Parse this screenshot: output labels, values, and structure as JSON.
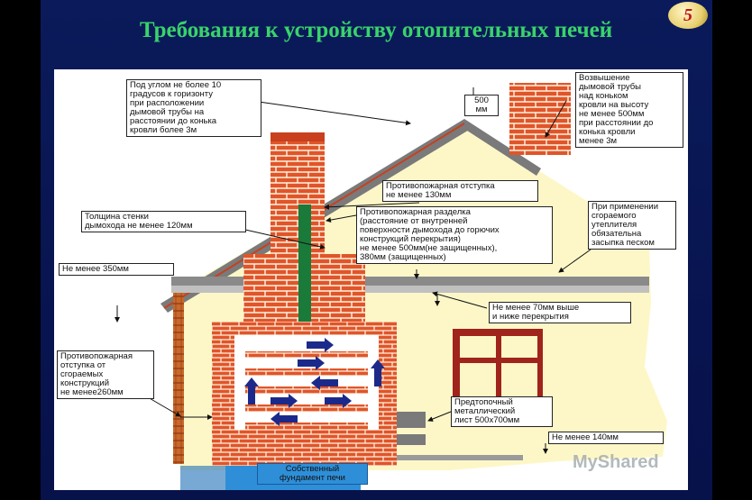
{
  "slide": {
    "title": "Требования к устройству отопительных печей",
    "page_number": "5"
  },
  "labels": {
    "angle": "Под углом не более 10\nградусов к горизонту\nпри расположении\nдымовой трубы на\nрасстоянии до конька\nкровли более 3м",
    "mm500": "500\nмм",
    "chimney_raise": "Возвышение\nдымовой трубы\nнад коньком\nкровли на высоту\nне менее 500мм\nпри расстоянии до\nконька кровли\nменее 3м",
    "fire_gap_130": "Противопожарная отступка\nне менее 130мм",
    "wall_thickness": "Толщина стенки\nдымохода не менее 120мм",
    "fire_cutting": "Противопожарная разделка\n(расстояние от внутренней\nповерхности дымохода до горючих\nконструкций перекрытия)\nне менее 500мм(не защищенных),\n380мм (защищенных)",
    "insulation": "При применении\nсгораемого\nутеплителя\nобязательна\nзасыпка песком",
    "min_350": "Не менее 350мм",
    "min_70": "Не менее 70мм выше\nи ниже перекрытия",
    "fire_gap_260": "Противопожарная\nотступка от\nсгораемых\nконструкций\nне менее260мм",
    "pre_furnace": "Предтопочный\nметаллический\nлист 500х700мм",
    "min_140": "Не менее 140мм",
    "foundation": "Собственный\nфундамент печи"
  },
  "watermark": "MyShared",
  "colors": {
    "title": "#39d36a",
    "brick": "#e0552a",
    "wall": "#fdf7c8",
    "foundation": "#2e8fd8",
    "flue": "#1a7a3a",
    "arrow": "#1b2a8a"
  }
}
